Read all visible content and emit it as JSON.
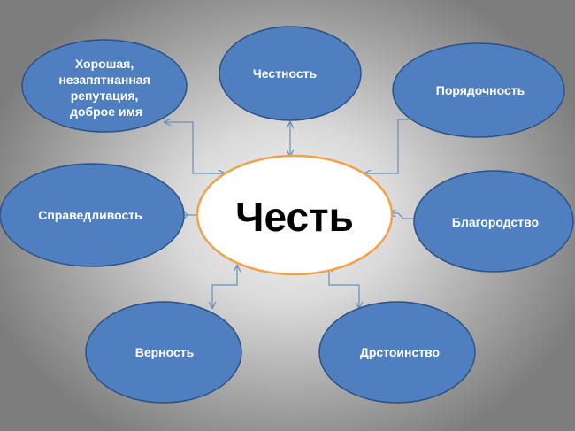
{
  "center": {
    "label": "Честь"
  },
  "nodes": [
    {
      "id": "reputation",
      "lines": [
        "Хорошая,",
        "незапятнанная",
        "репутация,",
        "доброе имя"
      ]
    },
    {
      "id": "honesty",
      "lines": [
        "Честность"
      ]
    },
    {
      "id": "decency",
      "lines": [
        "Порядочность"
      ]
    },
    {
      "id": "justice",
      "lines": [
        "Справедливость"
      ]
    },
    {
      "id": "nobility",
      "lines": [
        "Благородство"
      ]
    },
    {
      "id": "loyalty",
      "lines": [
        "Верность"
      ]
    },
    {
      "id": "dignity",
      "lines": [
        "Дрстоинство"
      ]
    }
  ],
  "colors": {
    "node_fill": "#4f7fbf",
    "node_stroke": "#2c5286",
    "center_fill": "#ffffff",
    "center_stroke": "#f3a04a",
    "connector": "#6a8fb8"
  }
}
